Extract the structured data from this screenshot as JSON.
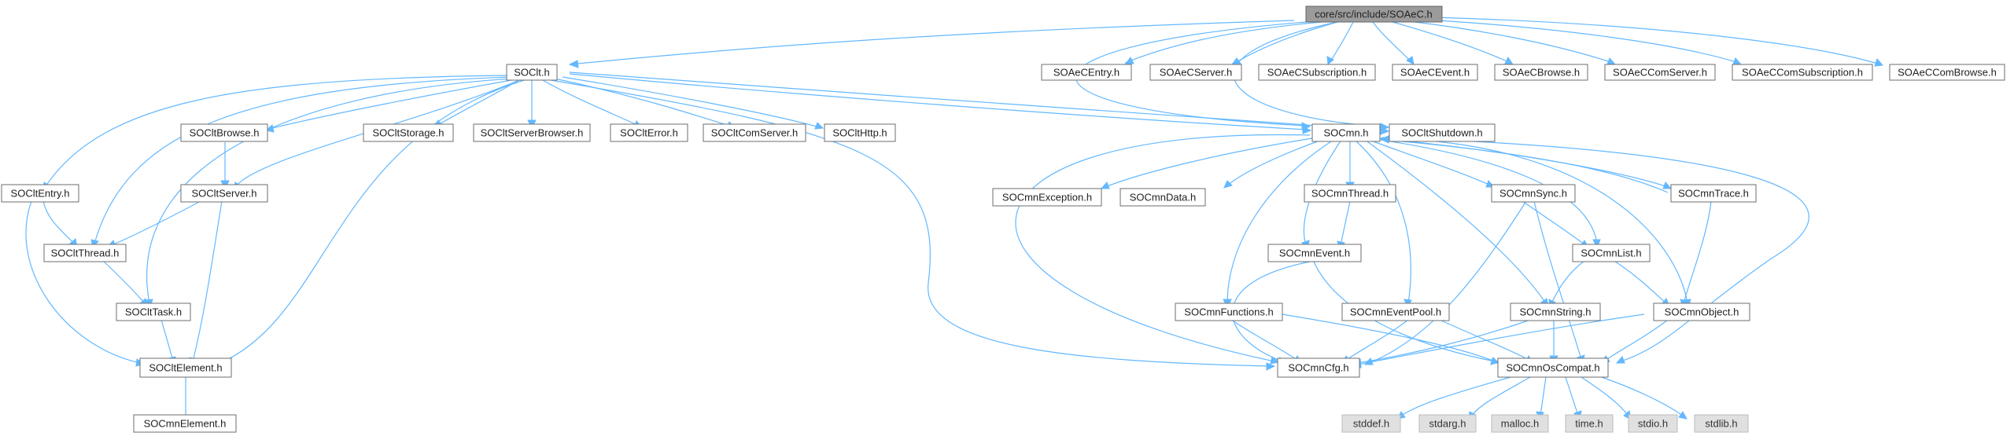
{
  "colors": {
    "edge": "#63b8ff",
    "node_border": "#6e6e6e",
    "root_fill": "#9b9b9b",
    "system_fill": "#e0e0e0"
  },
  "nodes": {
    "root": "core/src/include/SOAeC.h",
    "soclt": "SOClt.h",
    "soaecentry": "SOAeCEntry.h",
    "soaecserver": "SOAeCServer.h",
    "soaecsubscription": "SOAeCSubscription.h",
    "soaecevent": "SOAeCEvent.h",
    "soaecbrowse": "SOAeCBrowse.h",
    "soaeccomserver": "SOAeCComServer.h",
    "soaeccomsubscription": "SOAeCComSubscription.h",
    "soaeccombrowse": "SOAeCComBrowse.h",
    "socltbrowse": "SOCltBrowse.h",
    "socltstorage": "SOCltStorage.h",
    "socltserverbrowser": "SOCltServerBrowser.h",
    "saclterror": "SOCltError.h",
    "socltcomserver": "SOCltComServer.h",
    "soclthttp": "SOCltHttp.h",
    "socmn": "SOCmn.h",
    "socltshutdown": "SOCltShutdown.h",
    "socltentry": "SOCltEntry.h",
    "socltserver": "SOCltServer.h",
    "socltthread": "SOCltThread.h",
    "soclttask": "SOCltTask.h",
    "socltelement": "SOCltElement.h",
    "socmnelement": "SOCmnElement.h",
    "socmnexception": "SOCmnException.h",
    "socmndata": "SOCmnData.h",
    "socmnthread": "SOCmnThread.h",
    "socmnsync": "SOCmnSync.h",
    "socmntrace": "SOCmnTrace.h",
    "socmnevent": "SOCmnEvent.h",
    "socmnlist": "SOCmnList.h",
    "socmnfunctions": "SOCmnFunctions.h",
    "socmneventpool": "SOCmnEventPool.h",
    "socmnstring": "SOCmnString.h",
    "socmnobject": "SOCmnObject.h",
    "socmncfg": "SOCmnCfg.h",
    "socmnoscompat": "SOCmnOsCompat.h",
    "stddef": "stddef.h",
    "stdarg": "stdarg.h",
    "malloc": "malloc.h",
    "time": "time.h",
    "stdio": "stdio.h",
    "stdlib": "stdlib.h"
  }
}
